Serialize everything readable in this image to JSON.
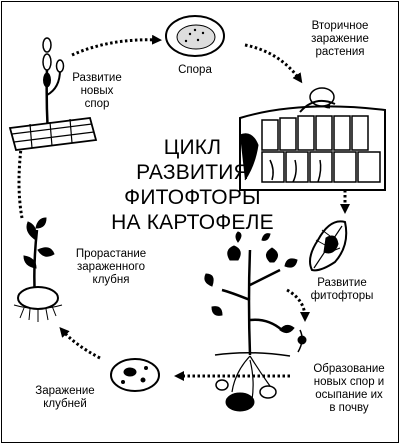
{
  "title": "ЦИКЛ\nРАЗВИТИЯ\nФИТОФТОРЫ\nНА КАРТОФЕЛЕ",
  "stages": {
    "spore": "Спора",
    "secondary_infection": "Вторичное\nзаражение\nрастения",
    "development": "Развитие\nфитофторы",
    "new_spores": "Образование\nновых спор и\nосыпание их\nв почву",
    "tuber_infection": "Заражение\nклубней",
    "sprouting": "Прорастание\nзараженного\nклубня",
    "new_spore_development": "Развитие\nновых\nспор"
  },
  "colors": {
    "ink": "#000000",
    "paper": "#ffffff"
  }
}
